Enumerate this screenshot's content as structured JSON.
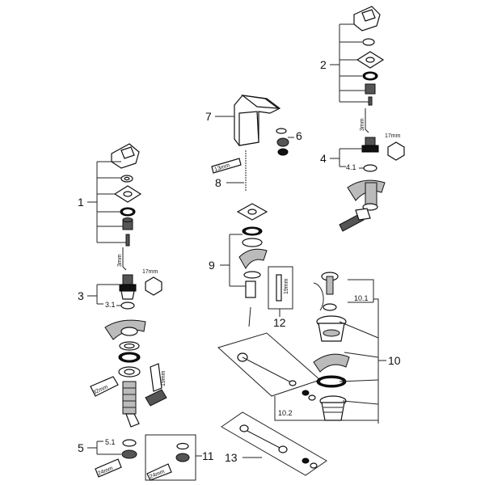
{
  "callouts": {
    "c1": "1",
    "c2": "2",
    "c3": "3",
    "c3_1": "3.1",
    "c4": "4",
    "c4_1": "4.1",
    "c5": "5",
    "c5_1": "5.1",
    "c6": "6",
    "c7": "7",
    "c8": "8",
    "c9": "9",
    "c10": "10",
    "c10_1": "10.1",
    "c10_2": "10.2",
    "c11": "11",
    "c12": "12",
    "c13": "13"
  },
  "dimensions": {
    "d17_left": "17mm",
    "d17_right": "17mm",
    "d3_left": "3mm",
    "d3_right": "3mm",
    "d13": "13mm",
    "d19_mid": "19mm",
    "d19_low": "19mm",
    "d32": "32mm",
    "d24_a": "24mm",
    "d24_b": "24mm"
  }
}
